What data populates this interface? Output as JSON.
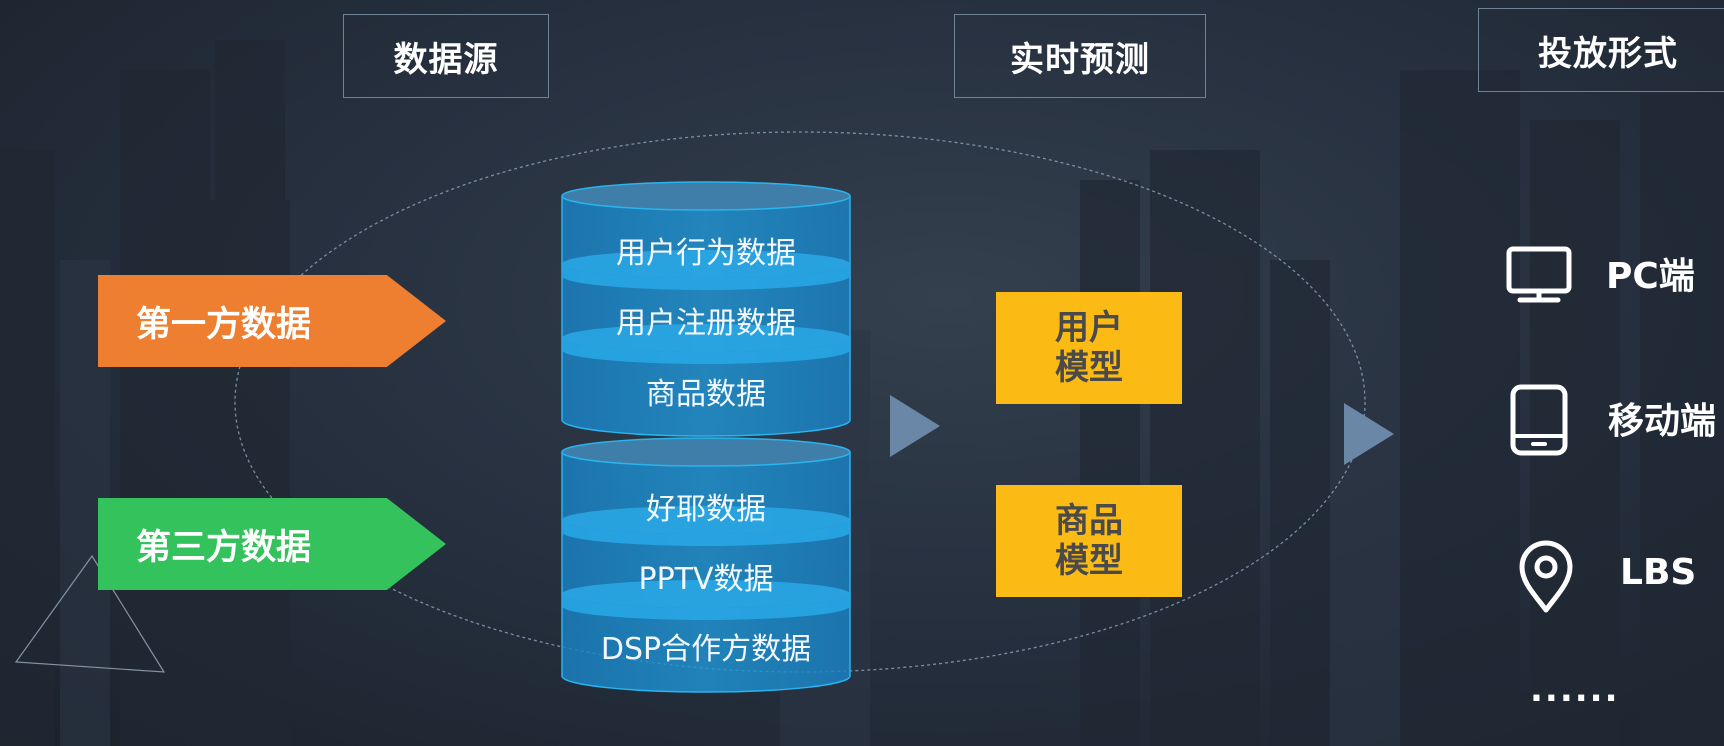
{
  "headers": {
    "source": "数据源",
    "predict": "实时预测",
    "delivery": "投放形式"
  },
  "sources": {
    "first_party": "第一方数据",
    "third_party": "第三方数据"
  },
  "databases": {
    "top": [
      "用户行为数据",
      "用户注册数据",
      "商品数据"
    ],
    "bottom": [
      "好耶数据",
      "PPTV数据",
      "DSP合作方数据"
    ]
  },
  "models": {
    "user": [
      "用户",
      "模型"
    ],
    "product": [
      "商品",
      "模型"
    ]
  },
  "channels": [
    {
      "label": "PC端",
      "icon": "monitor-icon"
    },
    {
      "label": "移动端",
      "icon": "tablet-icon"
    },
    {
      "label": "LBS",
      "icon": "location-pin-icon"
    }
  ],
  "more": "......",
  "colors": {
    "first_party": "#ee7e30",
    "third_party": "#34c25c",
    "model": "#fbbb14",
    "database": "#1b8fd0",
    "flow_arrow": "#6b87a8"
  }
}
